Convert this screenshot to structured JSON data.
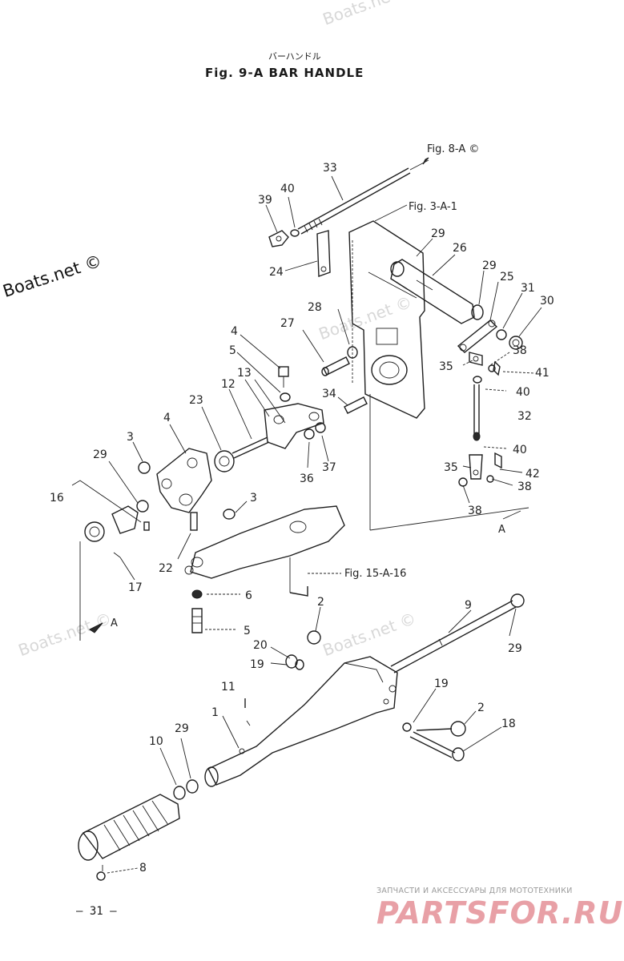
{
  "figure": {
    "title_jp": "バーハンドル",
    "title": "Fig. 9-A   BAR HANDLE",
    "page_number": "— 31 —"
  },
  "references": {
    "fig8a": "Fig. 8-A ©",
    "fig3a1": "Fig. 3-A-1",
    "fig15a16": "Fig. 15-A-16"
  },
  "arrow_labels": {
    "a1": "A",
    "a2": "A"
  },
  "callouts": {
    "c1": "1",
    "c2a": "2",
    "c2b": "2",
    "c3a": "3",
    "c3b": "3",
    "c4a": "4",
    "c4b": "4",
    "c5a": "5",
    "c5b": "5",
    "c6": "6",
    "c8": "8",
    "c9": "9",
    "c10": "10",
    "c11": "11",
    "c12": "12",
    "c13": "13",
    "c16": "16",
    "c17": "17",
    "c18": "18",
    "c19a": "19",
    "c19b": "19",
    "c20": "20",
    "c22": "22",
    "c23": "23",
    "c24": "24",
    "c25": "25",
    "c26": "26",
    "c27": "27",
    "c28": "28",
    "c29a": "29",
    "c29b": "29",
    "c29c": "29",
    "c29d": "29",
    "c29e": "29",
    "c30": "30",
    "c31": "31",
    "c32": "32",
    "c33": "33",
    "c34": "34",
    "c35a": "35",
    "c35b": "35",
    "c36": "36",
    "c37": "37",
    "c38a": "38",
    "c38b": "38",
    "c38c": "38",
    "c39": "39",
    "c40a": "40",
    "c40b": "40",
    "c40c": "40",
    "c41": "41",
    "c42": "42"
  },
  "watermarks": {
    "main": "Boats.net ©",
    "w1": "Boats.net ©",
    "w2": "Boats.net ©",
    "w3": "Boats.net ©",
    "w4": "Boats.net ©"
  },
  "shop": {
    "caption": "ЗАПЧАСТИ И АКСЕССУАРЫ ДЛЯ МОТОТЕХНИКИ",
    "logo": "PARTSFOR.RU"
  }
}
